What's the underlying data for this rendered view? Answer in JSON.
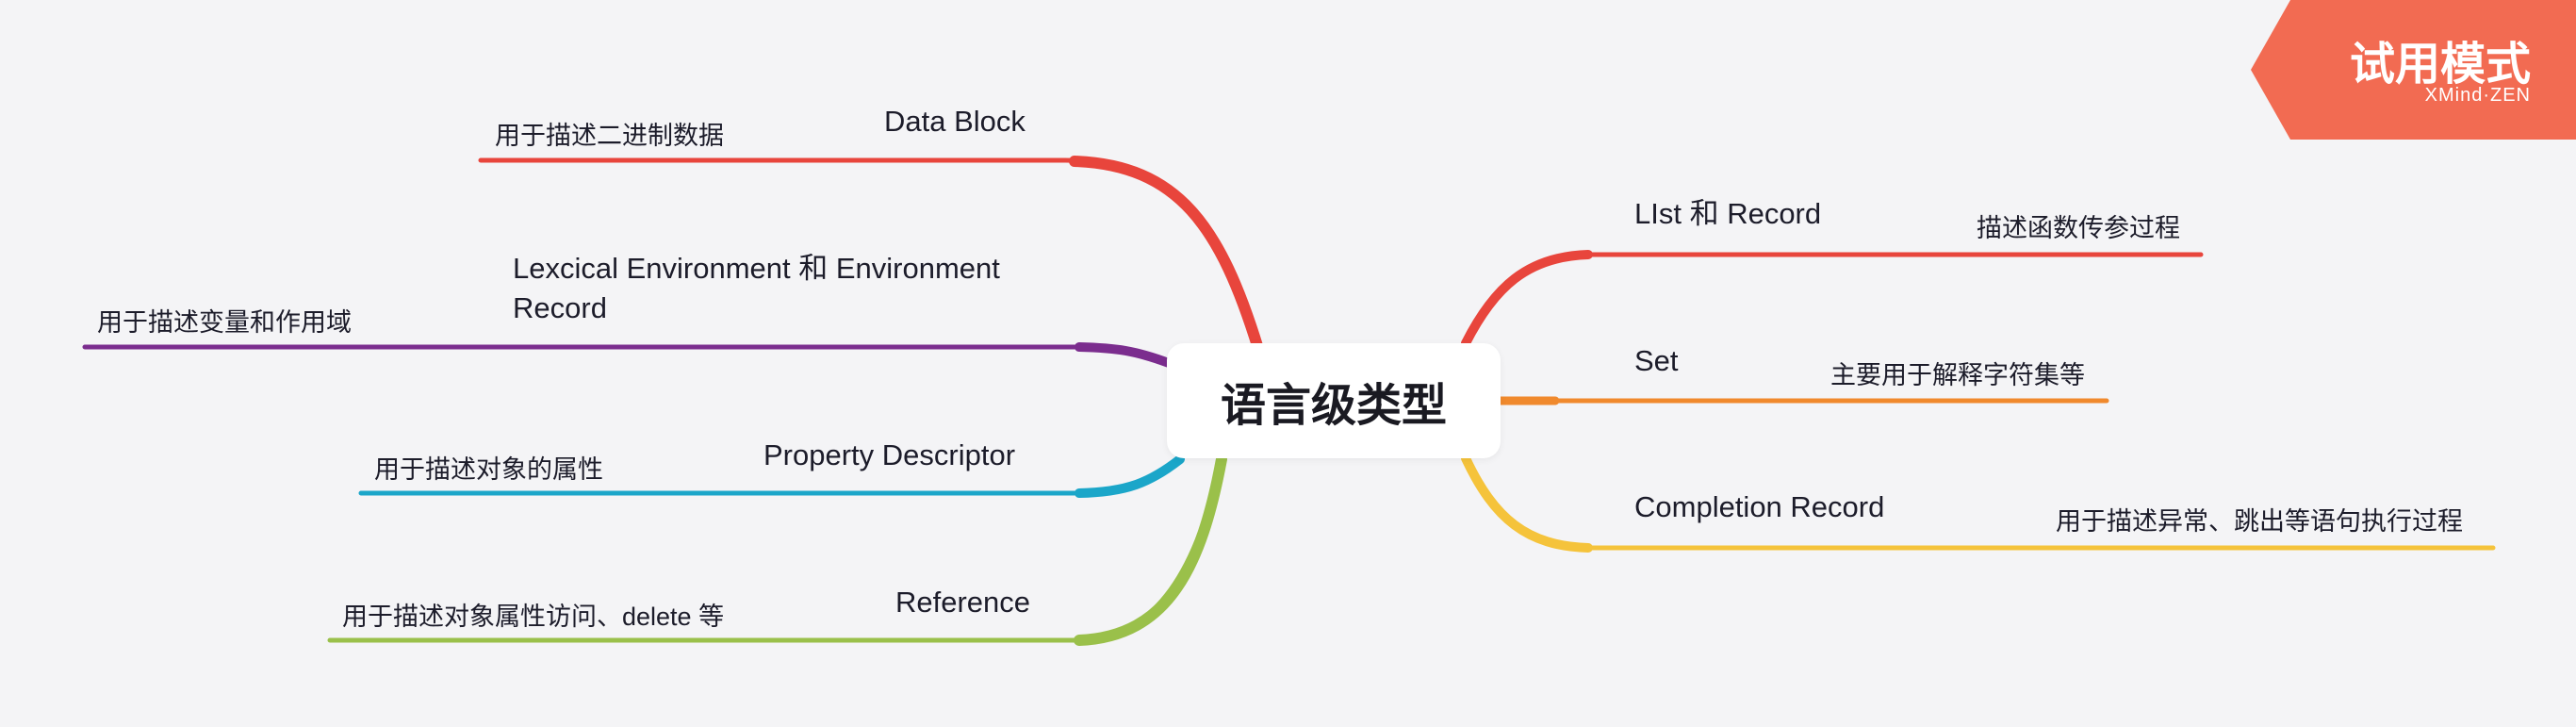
{
  "center": {
    "label": "语言级类型"
  },
  "branches_left": [
    {
      "title": "Data Block",
      "desc": "用于描述二进制数据",
      "color": "#e8453c"
    },
    {
      "title_line1": "Lexcical Environment 和 Environment",
      "title_line2": "Record",
      "desc": "用于描述变量和作用域",
      "color": "#7b2d8e"
    },
    {
      "title": "Property Descriptor",
      "desc": "用于描述对象的属性",
      "color": "#1ba6c9"
    },
    {
      "title": "Reference",
      "desc": "用于描述对象属性访问、delete 等",
      "color": "#9ac04a"
    }
  ],
  "branches_right": [
    {
      "title": "LIst 和 Record",
      "desc": "描述函数传参过程",
      "color": "#e8453c"
    },
    {
      "title": "Set",
      "desc": "主要用于解释字符集等",
      "color": "#f0892d"
    },
    {
      "title": "Completion Record",
      "desc": "用于描述异常、跳出等语句执行过程",
      "color": "#f5c33b"
    }
  ],
  "trial_badge": {
    "title": "试用模式",
    "subtitle": "XMind·ZEN",
    "color": "#f26b52"
  }
}
